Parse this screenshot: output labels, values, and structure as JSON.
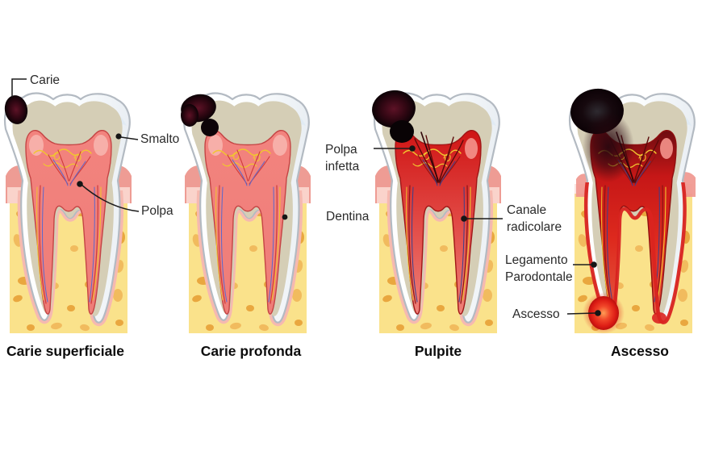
{
  "figure": {
    "stages": [
      {
        "caption": "Carie superficiale"
      },
      {
        "caption": "Carie profonda"
      },
      {
        "caption": "Pulpite"
      },
      {
        "caption": "Ascesso"
      }
    ],
    "labels": {
      "carie": "Carie",
      "smalto": "Smalto",
      "polpa": "Polpa",
      "polpa_infetta": "Polpa infetta",
      "dentina": "Dentina",
      "canale_radicolare": "Canale radicolare",
      "legamento_parodontale": "Legamento Parodontale",
      "ascesso": "Ascesso"
    },
    "colors": {
      "enamel": "#fbfdfe",
      "enamel_shade": "#e9eef3",
      "enamel_outline": "#b3bac2",
      "sheen": "#ddeaf4",
      "dentin": "#d5ceb6",
      "pulp_healthy": "#f2837e",
      "pulp_outline": "#c44444",
      "pulp_infected": "#d81f1f",
      "caries_core": "#5d1226",
      "caries_dark": "#0c0206",
      "bone": "#fae28b",
      "bone_spots": "#e9a73f",
      "bone_spots_light": "#f1bb5e",
      "gum": "#ee9c94",
      "gum_light": "#fad3cb",
      "ligament_red": "#da2420",
      "abscess": "#e8261b",
      "vessel_yellow": "#f1c52f",
      "vessel_red": "#cf3a3a",
      "vessel_blue": "#5b67cc",
      "annotation": "#1c1c1c"
    }
  }
}
